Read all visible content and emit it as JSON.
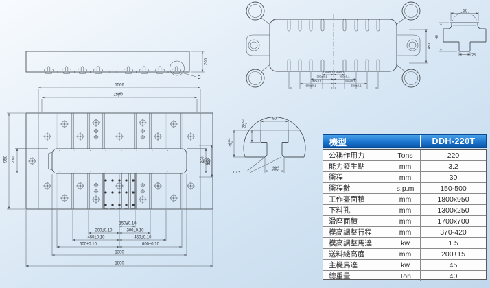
{
  "table": {
    "header": {
      "label": "機型",
      "model": "DDH-220T"
    },
    "rows": [
      {
        "label": "公稱作用力",
        "unit": "Tons",
        "value": "220"
      },
      {
        "label": "能力發生點",
        "unit": "mm",
        "value": "3.2"
      },
      {
        "label": "衝程",
        "unit": "mm",
        "value": "30"
      },
      {
        "label": "衝程數",
        "unit": "s.p.m",
        "value": "150-500"
      },
      {
        "label": "工作臺面積",
        "unit": "mm",
        "value": "1800x950"
      },
      {
        "label": "下料孔",
        "unit": "mm",
        "value": "1300x250"
      },
      {
        "label": "滑座面積",
        "unit": "mm",
        "value": "1700x700"
      },
      {
        "label": "模高調整行程",
        "unit": "mm",
        "value": "370-420"
      },
      {
        "label": "模高調整馬達",
        "unit": "kw",
        "value": "1.5"
      },
      {
        "label": "送料綫高度",
        "unit": "mm",
        "value": "200±15"
      },
      {
        "label": "主機馬達",
        "unit": "kw",
        "value": "45"
      },
      {
        "label": "總重量",
        "unit": "Ton",
        "value": "40"
      }
    ]
  },
  "drawings": {
    "side_view": {
      "height_dim": "200",
      "detail_label": "C"
    },
    "bolster": {
      "dim_overall_width": "1566",
      "dim_slot_span": {
        "main": "1500",
        "sup": "+0.300",
        "sub": "0"
      },
      "dim_height": "950",
      "dim_slot_left": "230",
      "dim_slot_right": "250",
      "dim_slot_outer": "300",
      "bottom": {
        "d150": "150±0.10",
        "d300": "300±0.10",
        "d450": "450±0.10",
        "d600": "600±0.10",
        "d1300": "1300",
        "d1800": "1800"
      }
    },
    "slide": {
      "dim_side": "450",
      "bottom": {
        "d150": "150±0.1",
        "d300": "300±0.1",
        "d450": "450±0.1",
        "d600": "600±0.1"
      }
    },
    "tslot_section": {
      "dim_width": "62",
      "dim_height": "48",
      "dim_stem": "28"
    },
    "detail_c": {
      "dim_slot_width": "50",
      "dim_depth": {
        "main": "22",
        "sup": "+0.200",
        "sub": "0"
      },
      "dim_total_depth": {
        "main": "49",
        "sup": "+0.200",
        "sub": "0"
      },
      "dim_opening": {
        "main": "28",
        "sup": "+0.500",
        "sub": "+0.250"
      },
      "chamfer": "C1.5"
    }
  }
}
